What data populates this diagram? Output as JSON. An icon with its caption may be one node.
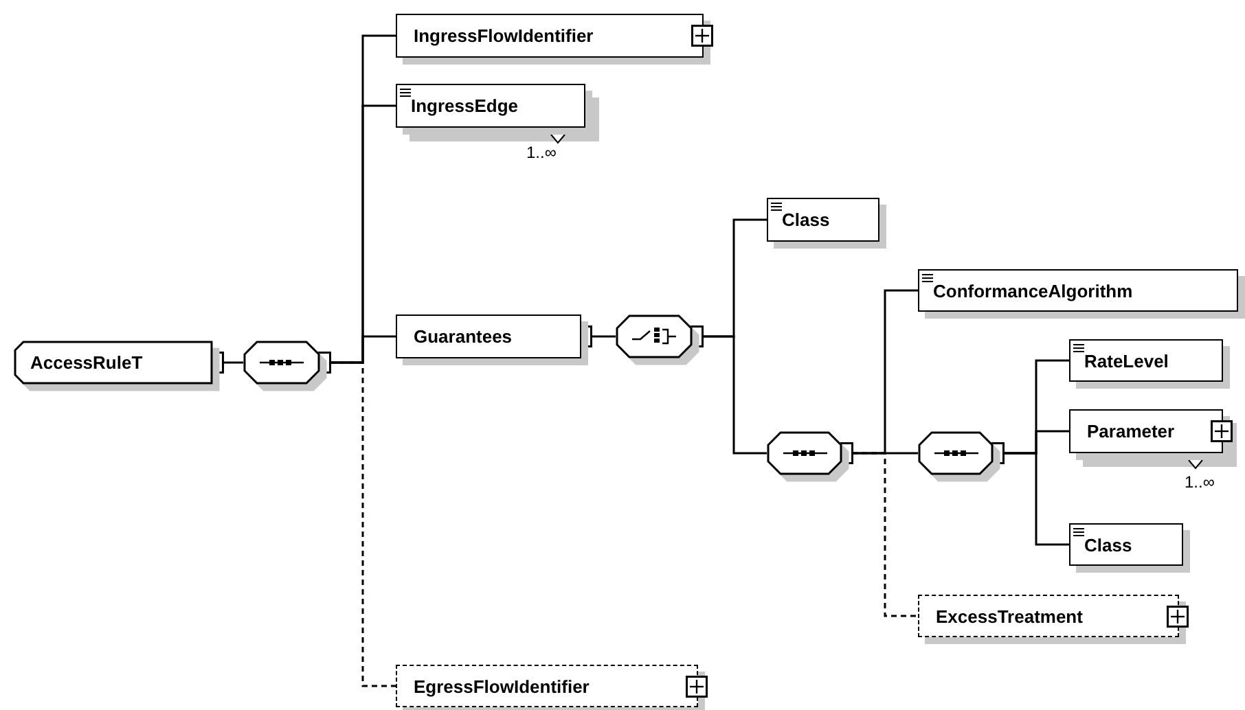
{
  "diagram": {
    "nodes": [
      {
        "text": [
          "AccessRuleT"
        ]
      },
      {
        "text": [],
        "shape": "octagon"
      },
      {
        "text": [
          "IngressFlowIdentifier"
        ]
      },
      {
        "text": [
          "IngressEdge"
        ],
        "beside": [
          "1..∞"
        ]
      },
      {
        "text": [
          "Guarantees"
        ]
      },
      {
        "text": [],
        "shape": "octagon"
      },
      {
        "text": [
          "Class"
        ]
      },
      {
        "text": [],
        "shape": "octagon"
      },
      {
        "text": [
          "ConformanceAlgorithm"
        ]
      },
      {
        "text": [],
        "shape": "octagon"
      },
      {
        "text": [
          "RateLevel"
        ]
      },
      {
        "text": [
          "Parameter"
        ],
        "beside": [
          "1..∞"
        ]
      },
      {
        "text": [
          "Class"
        ]
      },
      {
        "text": [
          "ExcessTreatment"
        ]
      },
      {
        "text": [
          "EgressFlowIdentifier"
        ]
      }
    ],
    "edges": [
      {
        "from": 0,
        "to": 1,
        "arrow": "other"
      },
      {
        "from": 1,
        "to": 2,
        "arrow": "other"
      },
      {
        "from": 1,
        "to": 3,
        "arrow": "other"
      },
      {
        "from": 1,
        "to": 4,
        "arrow": "other"
      },
      {
        "from": 1,
        "to": 14,
        "arrow": "other",
        "style": "dashed"
      },
      {
        "from": 4,
        "to": 5,
        "arrow": "other"
      },
      {
        "from": 5,
        "to": 6,
        "arrow": "other"
      },
      {
        "from": 5,
        "to": 7,
        "arrow": "other"
      },
      {
        "from": 7,
        "to": 8,
        "arrow": "other"
      },
      {
        "from": 7,
        "to": 9,
        "arrow": "other"
      },
      {
        "from": 7,
        "to": 13,
        "arrow": "other",
        "style": "dashed"
      },
      {
        "from": 9,
        "to": 10,
        "arrow": "other"
      },
      {
        "from": 9,
        "to": 11,
        "arrow": "other"
      },
      {
        "from": 9,
        "to": 12,
        "arrow": "other"
      }
    ]
  }
}
